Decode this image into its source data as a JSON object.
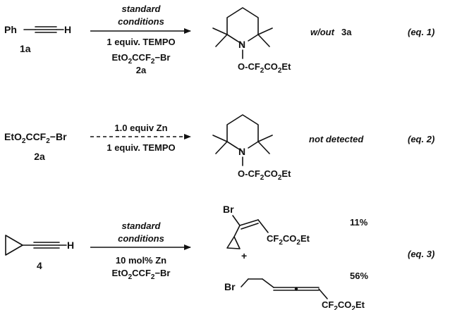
{
  "eq1": {
    "reactant": "Ph",
    "reactant_h": "H",
    "reactant_label": "1a",
    "cond_line1": "standard",
    "cond_line2": "conditions",
    "cond_line3": "1 equiv. TEMPO",
    "reagent_prefix": "EtO",
    "reagent_s1": "2",
    "reagent_mid": "CCF",
    "reagent_s2": "2",
    "reagent_suffix": "−Br",
    "reagent_label": "2a",
    "n_atom": "N",
    "substituent_a": "O-CF",
    "substituent_s1": "2",
    "substituent_b": "CO",
    "substituent_s2": "2",
    "substituent_c": "Et",
    "result_text": "w/out",
    "result_label": "3a",
    "tag": "(eq. 1)"
  },
  "eq2": {
    "reactant_prefix": "EtO",
    "reactant_s1": "2",
    "reactant_mid": "CCF",
    "reactant_s2": "2",
    "reactant_suffix": "−Br",
    "reactant_label": "2a",
    "cond_line1": "1.0 equiv Zn",
    "cond_line2": "1 equiv. TEMPO",
    "n_atom": "N",
    "substituent_a": "O-CF",
    "substituent_s1": "2",
    "substituent_b": "CO",
    "substituent_s2": "2",
    "substituent_c": "Et",
    "result_text": "not detected",
    "tag": "(eq. 2)"
  },
  "eq3": {
    "reactant_h": "H",
    "reactant_label": "4",
    "cond_line1": "standard",
    "cond_line2": "conditions",
    "cond_line3": "10 mol% Zn",
    "reagent_prefix": "EtO",
    "reagent_s1": "2",
    "reagent_mid": "CCF",
    "reagent_s2": "2",
    "reagent_suffix": "−Br",
    "product1_br": "Br",
    "product1_a": "CF",
    "product1_s1": "2",
    "product1_b": "CO",
    "product1_s2": "2",
    "product1_c": "Et",
    "product1_yield": "11%",
    "plus": "+",
    "product2_br": "Br",
    "product2_a": "CF",
    "product2_s1": "2",
    "product2_b": "CO",
    "product2_s2": "2",
    "product2_c": "Et",
    "product2_yield": "56%",
    "tag": "(eq. 3)"
  }
}
